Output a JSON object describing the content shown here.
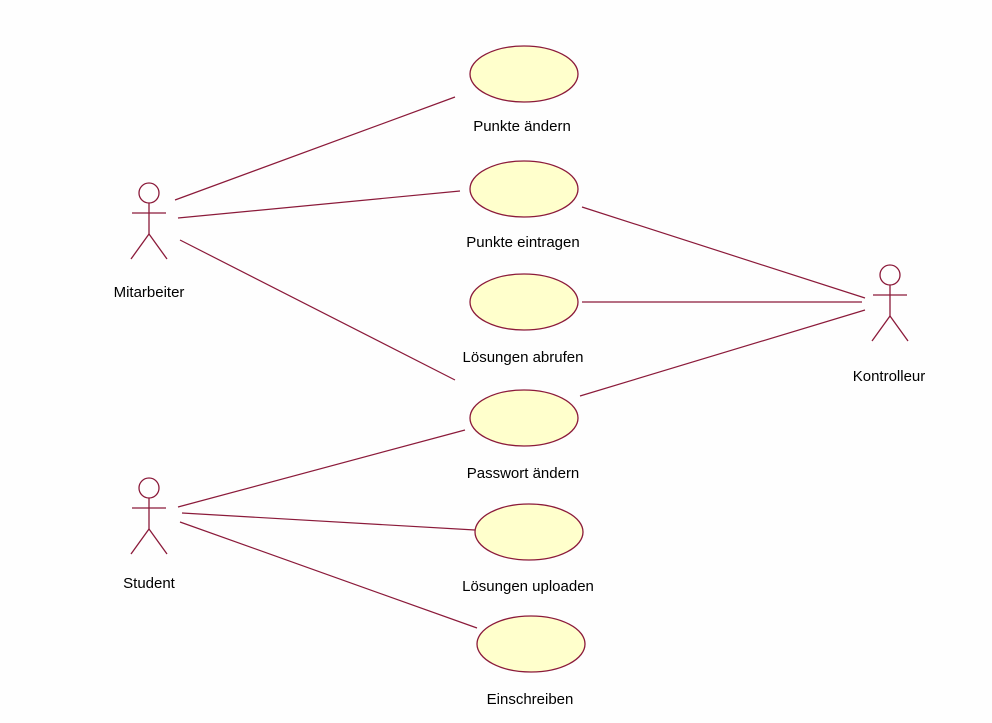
{
  "actors": {
    "mitarbeiter": "Mitarbeiter",
    "student": "Student",
    "kontrolleur": "Kontrolleur"
  },
  "use_cases": {
    "punkte_aendern": "Punkte ändern",
    "punkte_eintragen": "Punkte eintragen",
    "loesungen_abrufen": "Lösungen abrufen",
    "passwort_aendern": "Passwort ändern",
    "loesungen_uploaden": "Lösungen uploaden",
    "einschreiben": "Einschreiben"
  },
  "colors": {
    "line": "#8b1a3a",
    "use_case_fill": "#ffffcc",
    "background": "#fefefe"
  }
}
